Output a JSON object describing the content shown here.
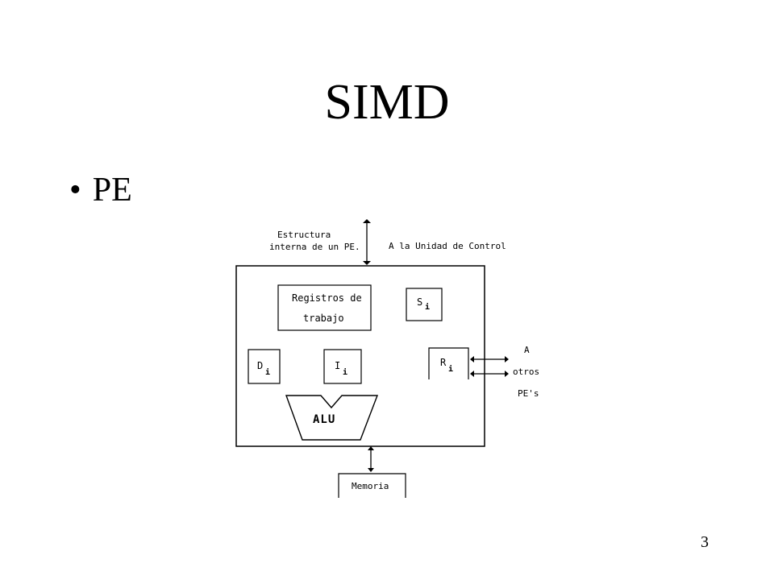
{
  "slide": {
    "title": "SIMD",
    "bullet": "PE",
    "page_number": "3"
  },
  "diagram": {
    "caption_line1": "Estructura",
    "caption_line2": "interna de un PE.",
    "control_label": "A la Unidad de Control",
    "registros_line1": "Registros de",
    "registros_line2": "trabajo",
    "s_letter": "S",
    "s_sub": "i",
    "d_letter": "D",
    "d_sub": "i",
    "i_letter": "I",
    "i_sub": "i",
    "r_letter": "R",
    "r_sub": "i",
    "alu_label": "ALU",
    "otros_line1": "A",
    "otros_line2": "otros",
    "otros_line3": "PE's",
    "memoria_label": "Memoria"
  }
}
